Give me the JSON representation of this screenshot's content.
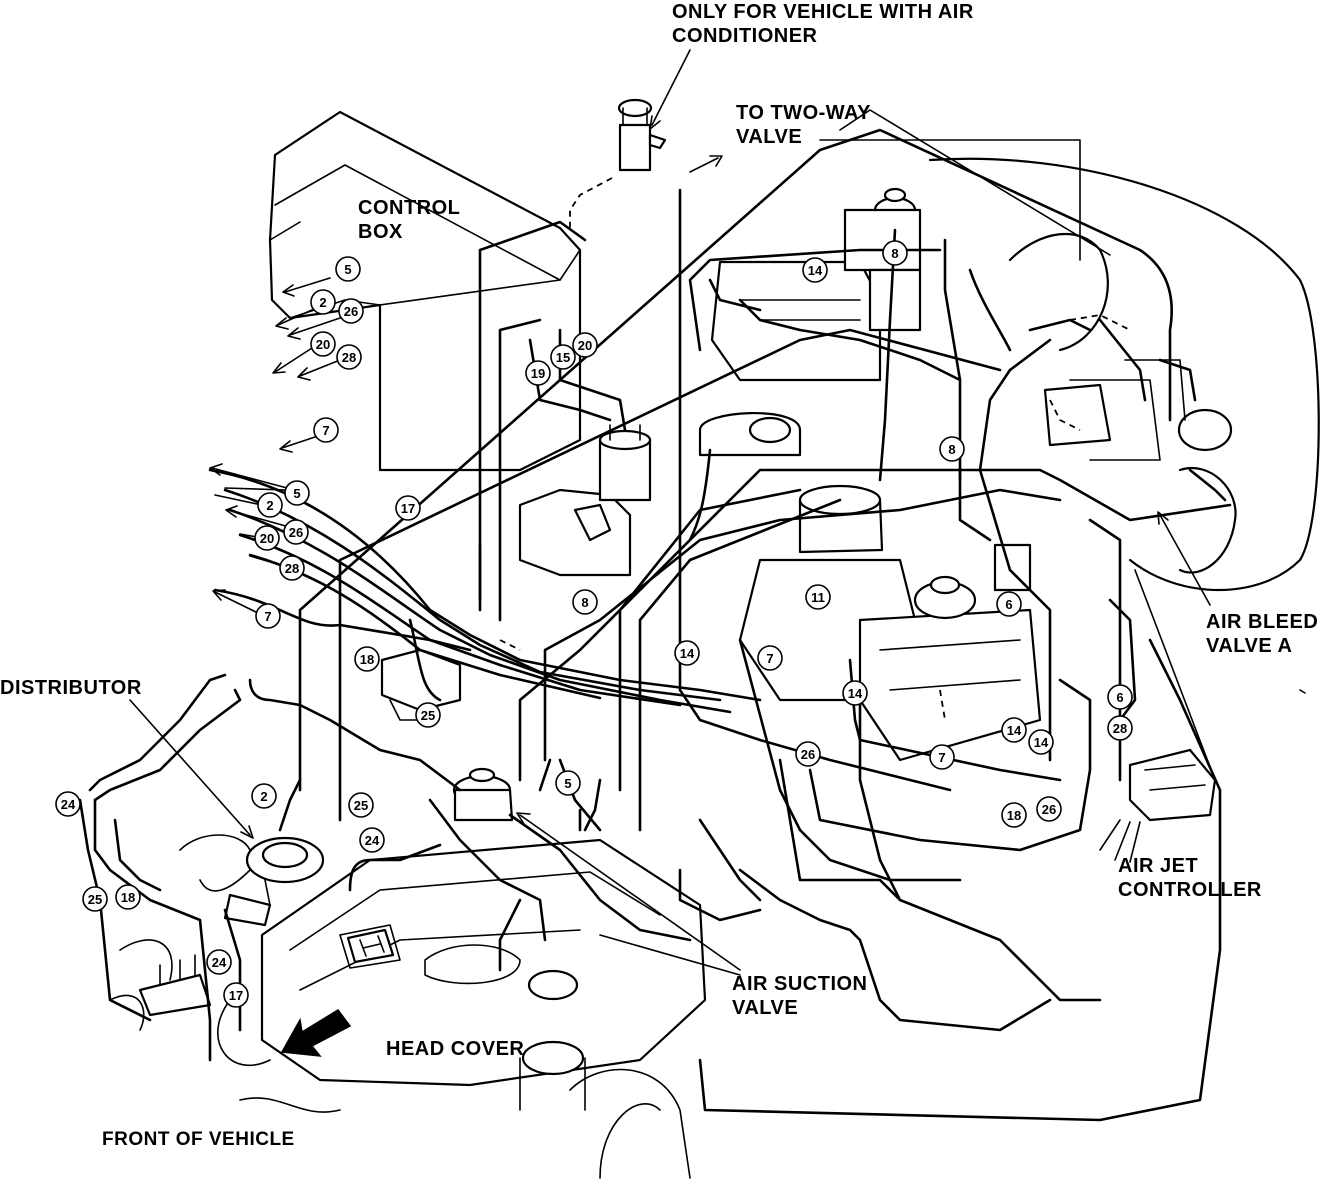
{
  "labels": {
    "ac_note": "ONLY FOR VEHICLE WITH AIR\nCONDITIONER",
    "two_way": "TO TWO-WAY\nVALVE",
    "control_box": "CONTROL\nBOX",
    "distributor": "DISTRIBUTOR",
    "air_bleed": "AIR BLEED\nVALVE A",
    "air_jet": "AIR JET\nCONTROLLER",
    "air_suction": "AIR SUCTION\nVALVE",
    "head_cover": "HEAD COVER",
    "front": "FRONT OF VEHICLE"
  },
  "hose_numbers": [
    {
      "n": "5"
    },
    {
      "n": "2"
    },
    {
      "n": "26"
    },
    {
      "n": "20"
    },
    {
      "n": "28"
    },
    {
      "n": "7"
    },
    {
      "n": "5"
    },
    {
      "n": "2"
    },
    {
      "n": "26"
    },
    {
      "n": "20"
    },
    {
      "n": "28"
    },
    {
      "n": "7"
    },
    {
      "n": "17"
    },
    {
      "n": "19"
    },
    {
      "n": "15"
    },
    {
      "n": "20"
    },
    {
      "n": "8"
    },
    {
      "n": "8"
    },
    {
      "n": "8"
    },
    {
      "n": "14"
    },
    {
      "n": "11"
    },
    {
      "n": "14"
    },
    {
      "n": "7"
    },
    {
      "n": "14"
    },
    {
      "n": "6"
    },
    {
      "n": "6"
    },
    {
      "n": "28"
    },
    {
      "n": "14"
    },
    {
      "n": "14"
    },
    {
      "n": "7"
    },
    {
      "n": "18"
    },
    {
      "n": "26"
    },
    {
      "n": "26"
    },
    {
      "n": "18"
    },
    {
      "n": "25"
    },
    {
      "n": "2"
    },
    {
      "n": "25"
    },
    {
      "n": "24"
    },
    {
      "n": "5"
    },
    {
      "n": "24"
    },
    {
      "n": "25"
    },
    {
      "n": "18"
    },
    {
      "n": "24"
    },
    {
      "n": "17"
    }
  ],
  "icons": {
    "front_arrow": "arrow-icon",
    "honda_emblem": "h-emblem-icon"
  }
}
